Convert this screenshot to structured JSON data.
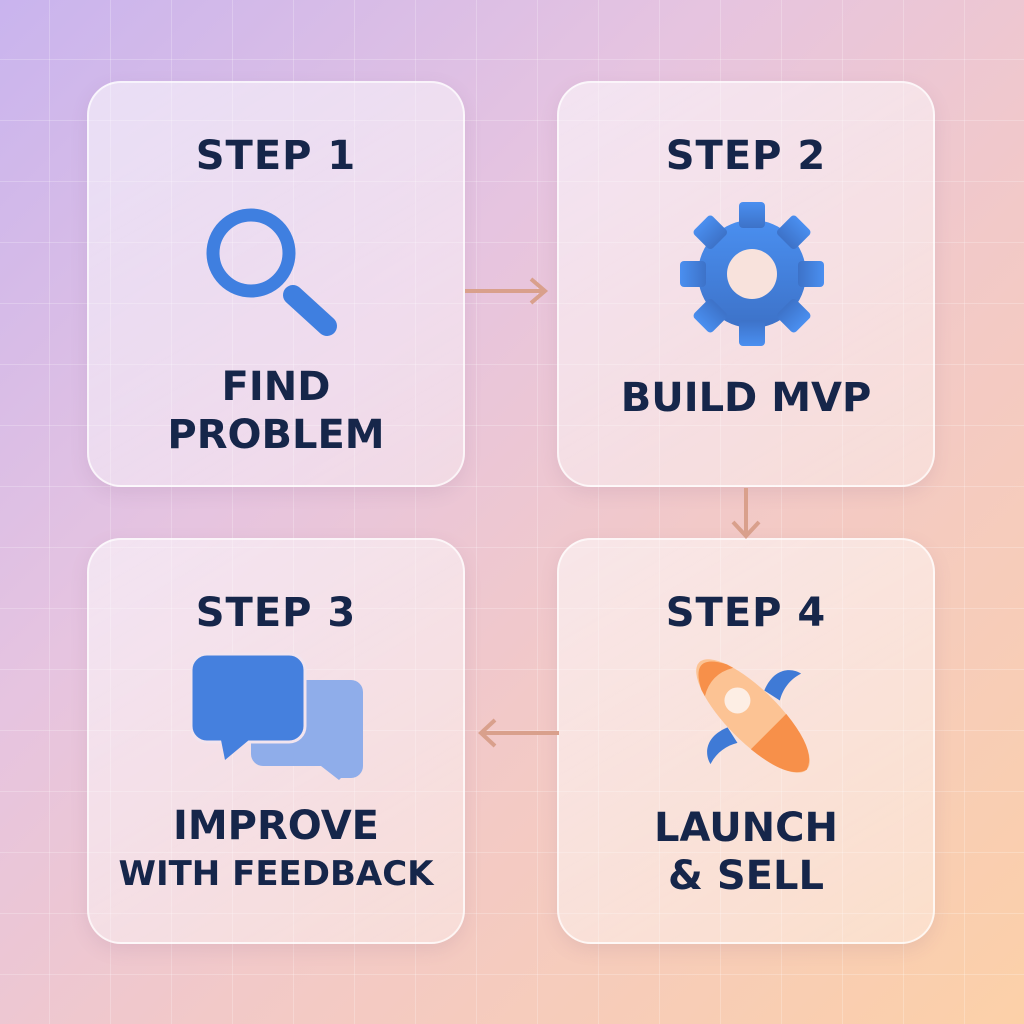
{
  "steps": [
    {
      "label": "STEP 1",
      "title_lines": [
        "FIND",
        "PROBLEM"
      ],
      "icon": "search-icon"
    },
    {
      "label": "STEP 2",
      "title_lines": [
        "BUILD MVP"
      ],
      "icon": "gear-icon"
    },
    {
      "label": "STEP 3",
      "title_lines": [
        "IMPROVE",
        "WITH FEEDBACK"
      ],
      "icon": "chat-bubbles-icon"
    },
    {
      "label": "STEP 4",
      "title_lines": [
        "LAUNCH",
        "& SELL"
      ],
      "icon": "rocket-icon"
    }
  ],
  "flow": [
    "STEP 1 → STEP 2",
    "STEP 2 → STEP 4",
    "STEP 4 → STEP 3"
  ],
  "colors": {
    "text": "#16264a",
    "icon_blue": "#3f7fe0",
    "icon_light_blue": "#8fadea",
    "rocket_orange": "#f7904a",
    "rocket_peach": "#fcc394",
    "arrow": "#d9a08c"
  }
}
